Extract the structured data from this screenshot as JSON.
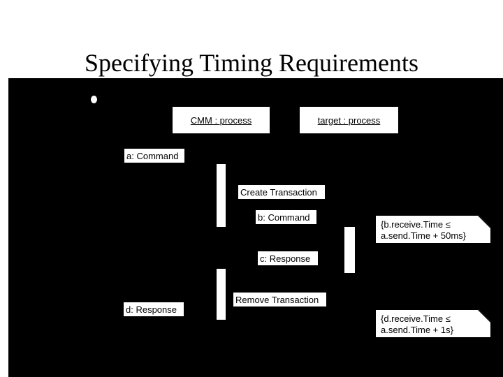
{
  "slide": {
    "title": "Specifying Timing Requirements",
    "background_color": "#ffffff",
    "canvas_color": "#000000"
  },
  "diagram": {
    "type": "uml-sequence-diagram",
    "lifelines": [
      {
        "id": "cmm",
        "label": "CMM : process"
      },
      {
        "id": "target",
        "label": "target : process"
      }
    ],
    "messages": [
      {
        "id": "a",
        "label": "a: Command"
      },
      {
        "id": "create",
        "label": "Create Transaction"
      },
      {
        "id": "b",
        "label": "b: Command"
      },
      {
        "id": "c",
        "label": "c: Response"
      },
      {
        "id": "remove",
        "label": "Remove Transaction"
      },
      {
        "id": "d",
        "label": "d: Response"
      }
    ],
    "notes": [
      {
        "id": "note-b",
        "line1": "{b.receive.Time ≤",
        "line2": "a.send.Time + 50ms}"
      },
      {
        "id": "note-d",
        "line1": "{d.receive.Time ≤",
        "line2": "a.send.Time + 1s}"
      }
    ]
  }
}
